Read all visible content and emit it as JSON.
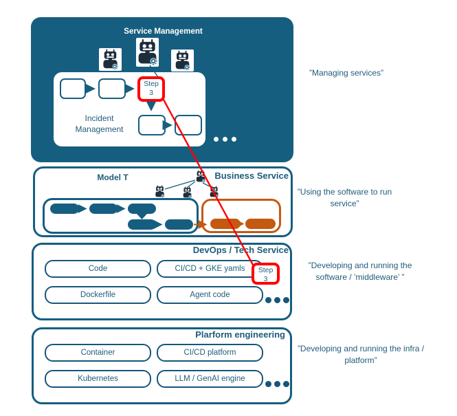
{
  "colors": {
    "teal_fill": "#165E80",
    "teal_text": "#1F5C7A",
    "orange": "#C45911",
    "red_highlight": "#FF0000",
    "robot_body": "#1E2D3A",
    "gear": "#1F6287"
  },
  "top": {
    "title": "Service Management",
    "incident_label": "Incident Management",
    "step": {
      "line1": "Step",
      "line2": "3"
    }
  },
  "business": {
    "model_label": "Model T",
    "title": "Business Service"
  },
  "devops": {
    "title": "DevOps / Tech Service",
    "boxes": [
      "Code",
      "CI/CD + GKE yamls",
      "Dockerfile",
      "Agent code"
    ],
    "step": {
      "line1": "Step",
      "line2": "3"
    }
  },
  "platform": {
    "title": "Plarform engineering",
    "boxes": [
      "Container",
      "CI/CD platform",
      "Kubernetes",
      "LLM / GenAI engine"
    ]
  },
  "annotations": {
    "managing": "”Managing services”",
    "using": "”Using the software to run service”",
    "developing_sw": "”Developing and running the software / ’middleware’ ”",
    "developing_infra": "”Developing and running the infra / platform”"
  },
  "icons": {
    "robot": "robot-icon",
    "gear": "gear-icon"
  }
}
